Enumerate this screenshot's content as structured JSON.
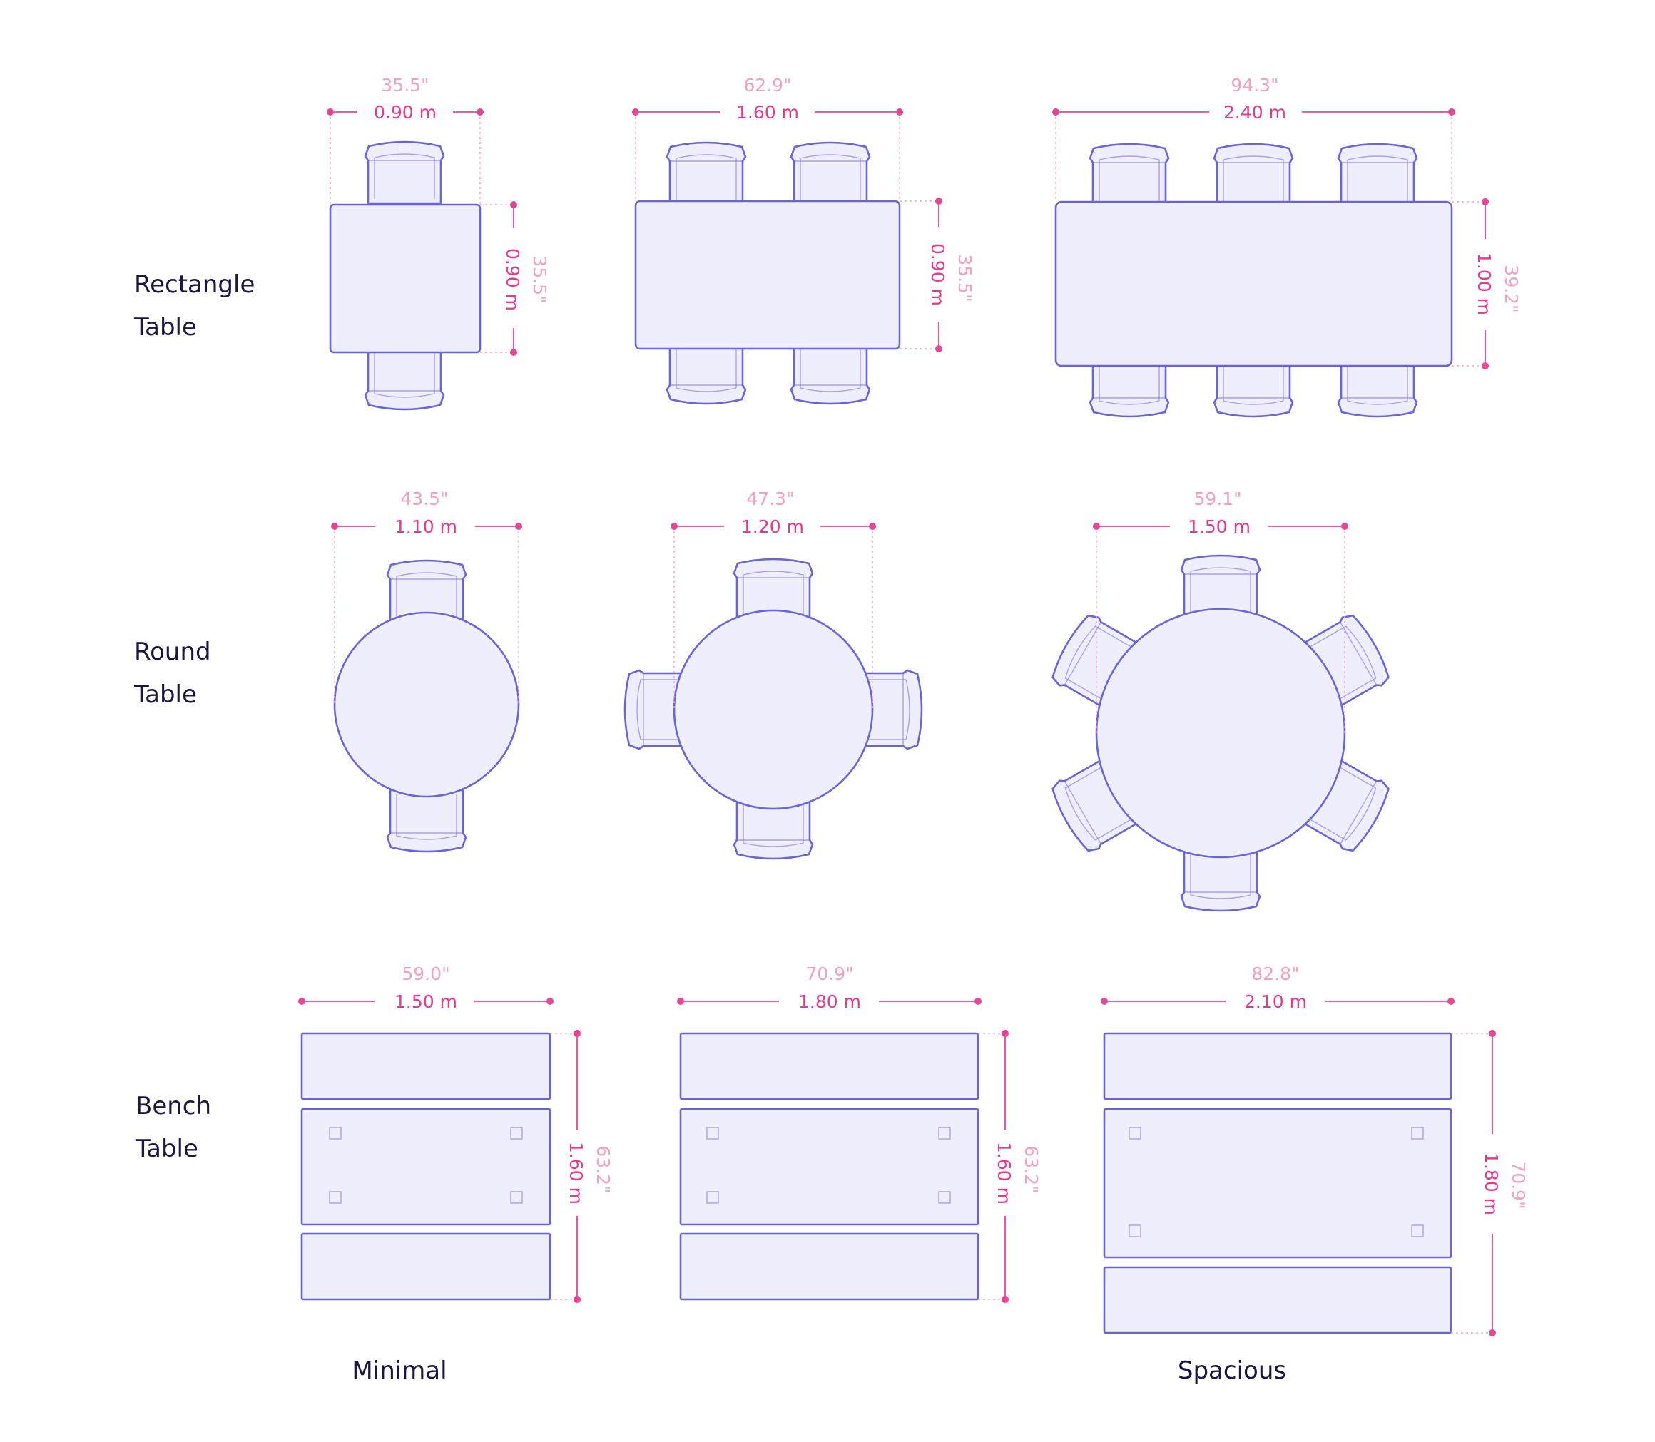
{
  "rows": {
    "rectangle": {
      "line1": "Rectangle",
      "line2": "Table"
    },
    "round": {
      "line1": "Round",
      "line2": "Table"
    },
    "bench": {
      "line1": "Bench",
      "line2": "Table"
    }
  },
  "columns": {
    "minimal": "Minimal",
    "spacious": "Spacious"
  },
  "dimensions": {
    "rect_s_w": {
      "m": "0.90 m",
      "in": "35.5\""
    },
    "rect_s_d": {
      "m": "0.90 m",
      "in": "35.5\""
    },
    "rect_m_w": {
      "m": "1.60 m",
      "in": "62.9\""
    },
    "rect_m_d": {
      "m": "0.90 m",
      "in": "35.5\""
    },
    "rect_l_w": {
      "m": "2.40 m",
      "in": "94.3\""
    },
    "rect_l_d": {
      "m": "1.00 m",
      "in": "39.2\""
    },
    "round_s": {
      "m": "1.10 m",
      "in": "43.5\""
    },
    "round_m": {
      "m": "1.20 m",
      "in": "47.3\""
    },
    "round_l": {
      "m": "1.50 m",
      "in": "59.1\""
    },
    "bench_s_w": {
      "m": "1.50 m",
      "in": "59.0\""
    },
    "bench_s_d": {
      "m": "1.60 m",
      "in": "63.2\""
    },
    "bench_m_w": {
      "m": "1.80 m",
      "in": "70.9\""
    },
    "bench_m_d": {
      "m": "1.60 m",
      "in": "63.2\""
    },
    "bench_l_w": {
      "m": "2.10 m",
      "in": "82.8\""
    },
    "bench_l_d": {
      "m": "1.80 m",
      "in": "70.9\""
    }
  },
  "colors": {
    "outline": "#6a64dc",
    "fill": "#efeefc",
    "dimension": "#e8388d",
    "dimension_light": "#f2a0c4",
    "label": "#1c1540"
  }
}
